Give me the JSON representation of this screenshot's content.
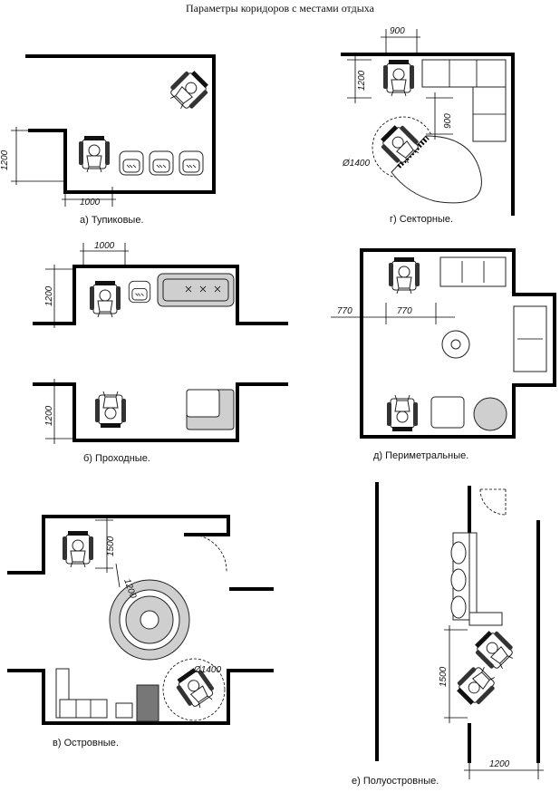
{
  "title": "Параметры коридоров с местами отдыха",
  "captions": {
    "a": "а) Тупиковые.",
    "b": "б) Проходные.",
    "v": "в) Островные.",
    "g": "г) Секторные.",
    "d": "д) Периметральные.",
    "e": "е) Полуостровные."
  },
  "dims": {
    "a_1200": "1200",
    "a_1000": "1000",
    "b_1000": "1000",
    "b_1200_top": "1200",
    "b_1200_bottom": "1200",
    "v_1500": "1500",
    "v_1200": "1200",
    "v_1400": "Ø1400",
    "g_900_top": "900",
    "g_1200": "1200",
    "g_900_side": "900",
    "g_1400": "Ø1400",
    "d_770_left": "770",
    "d_770_right": "770",
    "e_1500": "1500",
    "e_1200": "1200"
  }
}
